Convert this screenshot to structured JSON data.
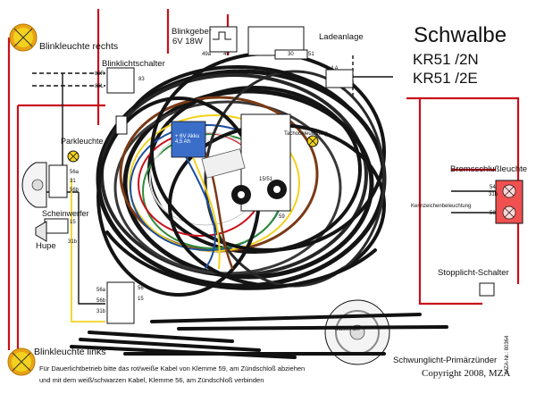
{
  "title": {
    "main": "Schwalbe",
    "model1": "KR51 /2N",
    "model2": "KR51 /2E"
  },
  "labels": {
    "blink_rechts": "Blinkleuchte rechts",
    "blink_links": "Blinkleuchte links",
    "blinklichtschalter": "Blinklichtschalter",
    "blinkgeber_1": "Blinkgeber",
    "blinkgeber_2": "6V 18W",
    "ladeanlage": "Ladeanlage",
    "parkleuchte": "Parkleuchte",
    "scheinwerfer": "Scheinwerfer",
    "hupe": "Hupe",
    "bremsschluss": "Bremsschlußleuchte",
    "stopplicht": "Stopplicht-Schalter",
    "zuender": "Schwunglicht-Primärzünder",
    "masse": "Masse am",
    "tacho": "Tachobeleuchtung",
    "kennzeichen": "Kennzeichenbeleuchtung",
    "mza": "MZA-Nr.: 80364"
  },
  "terminals": {
    "t49a": "49a",
    "t49": "49",
    "t30": "30",
    "t51": "51",
    "t83r": "83R",
    "t83l": "83L",
    "t83": "83",
    "t4a": "4 A",
    "t56a": "56a",
    "t31": "31",
    "t56b": "56b",
    "t15": "15",
    "t31b": "31b",
    "t58": "58",
    "t54": "54",
    "t31b2": "31b",
    "t56": "56",
    "t15_2": "15",
    "t30_51": "15/51",
    "t59": "59",
    "t56a2": "56a",
    "t56b2": "56b",
    "t31b3": "31b",
    "batt": "+ 6V Akku 4,5 Ah"
  },
  "note": {
    "line1": "Für Dauerlichtbetrieb bitte das rot/weiße Kabel von Klemme 59, am Zündschloß abziehen",
    "line2": "und mit dem weiß/schwarzen Kabel, Klemme 56, am Zündschloß verbinden"
  },
  "copyright": "Copyright 2008, MZA",
  "colors": {
    "red": "#c8101a",
    "yellow": "#f2d21e",
    "amber": "#e8a317",
    "cable": "#141414",
    "battery": "#3a6ec9"
  }
}
